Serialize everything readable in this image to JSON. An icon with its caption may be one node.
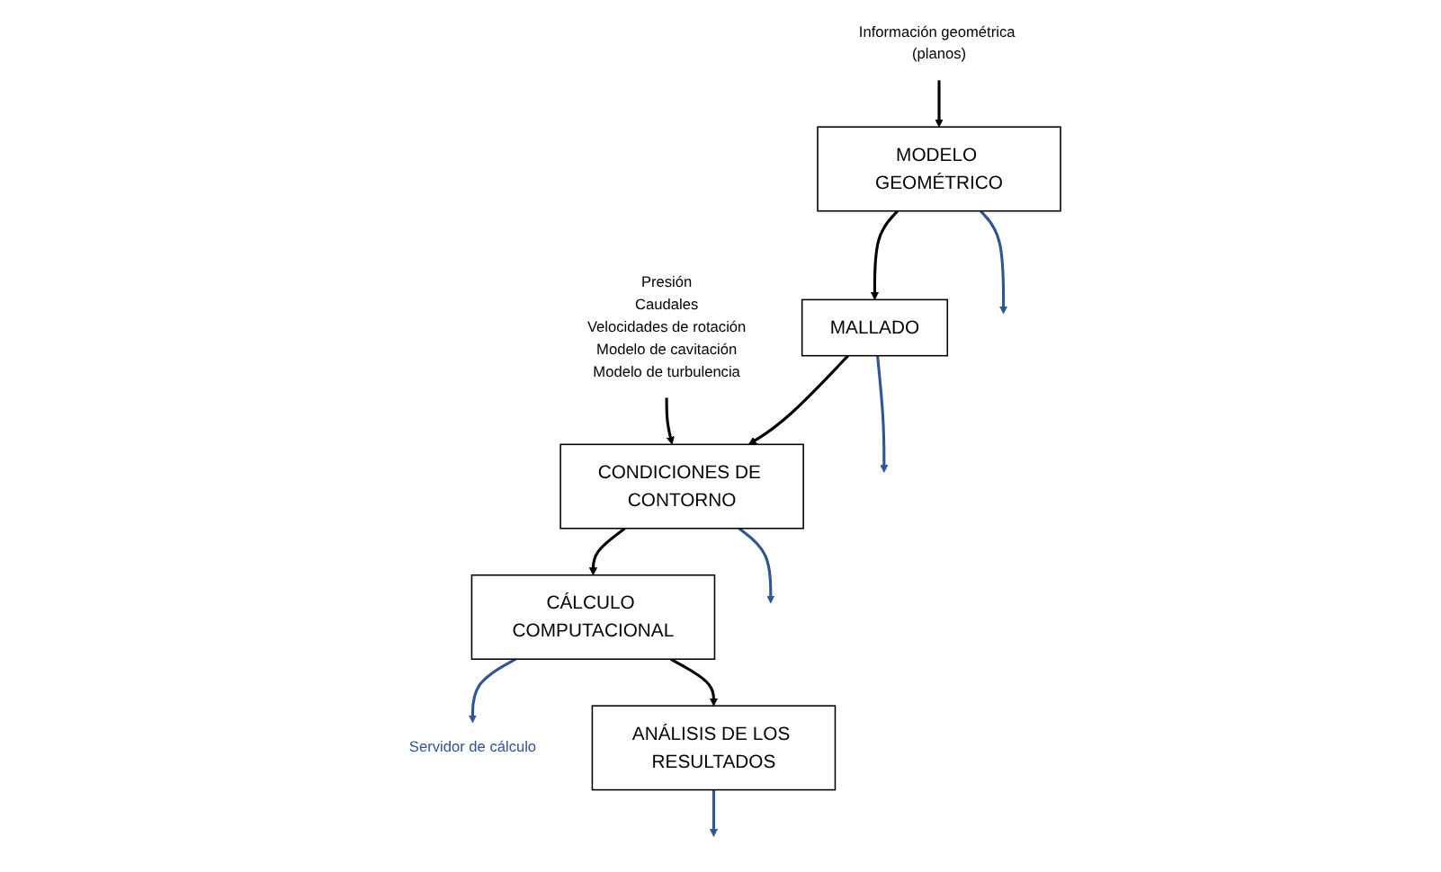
{
  "diagram": {
    "nodes": [
      {
        "text": [
          "Información geométrica (planos)"
        ]
      },
      {
        "text": [
          "MODELO GEOMÉTRICO"
        ]
      },
      {
        "text": [
          "MALLADO"
        ]
      },
      {
        "text": [
          "Presión",
          "Caudales",
          "Velocidades de rotación",
          "Modelo de cavitación",
          "Modelo de turbulencia"
        ]
      },
      {
        "text": [
          "CONDICIONES DE CONTORNO"
        ]
      },
      {
        "text": [
          "CÁLCULO COMPUTACIONAL"
        ]
      },
      {
        "text": [
          "Servidor de cálculo"
        ]
      },
      {
        "text": [
          "ANÁLISIS DE LOS RESULTADOS"
        ]
      }
    ],
    "edges": [
      {
        "from": 0,
        "to": 1,
        "arrow": "to"
      },
      {
        "from": 1,
        "to": 2,
        "arrow": "to"
      },
      {
        "from": 2,
        "to": 4,
        "arrow": "to"
      },
      {
        "from": 3,
        "to": 4,
        "arrow": "to"
      },
      {
        "from": 4,
        "to": 5,
        "arrow": "to"
      },
      {
        "from": 5,
        "to": 7,
        "arrow": "to"
      },
      {
        "from": 1,
        "to": null,
        "arrow": "to",
        "color": "#2f5597"
      },
      {
        "from": 2,
        "to": null,
        "arrow": "to",
        "color": "#2f5597"
      },
      {
        "from": 4,
        "to": null,
        "arrow": "to",
        "color": "#2f5597"
      },
      {
        "from": 5,
        "to": 6,
        "arrow": "to",
        "color": "#2f5597"
      },
      {
        "from": 7,
        "to": null,
        "arrow": "to",
        "color": "#2f5597"
      }
    ]
  }
}
